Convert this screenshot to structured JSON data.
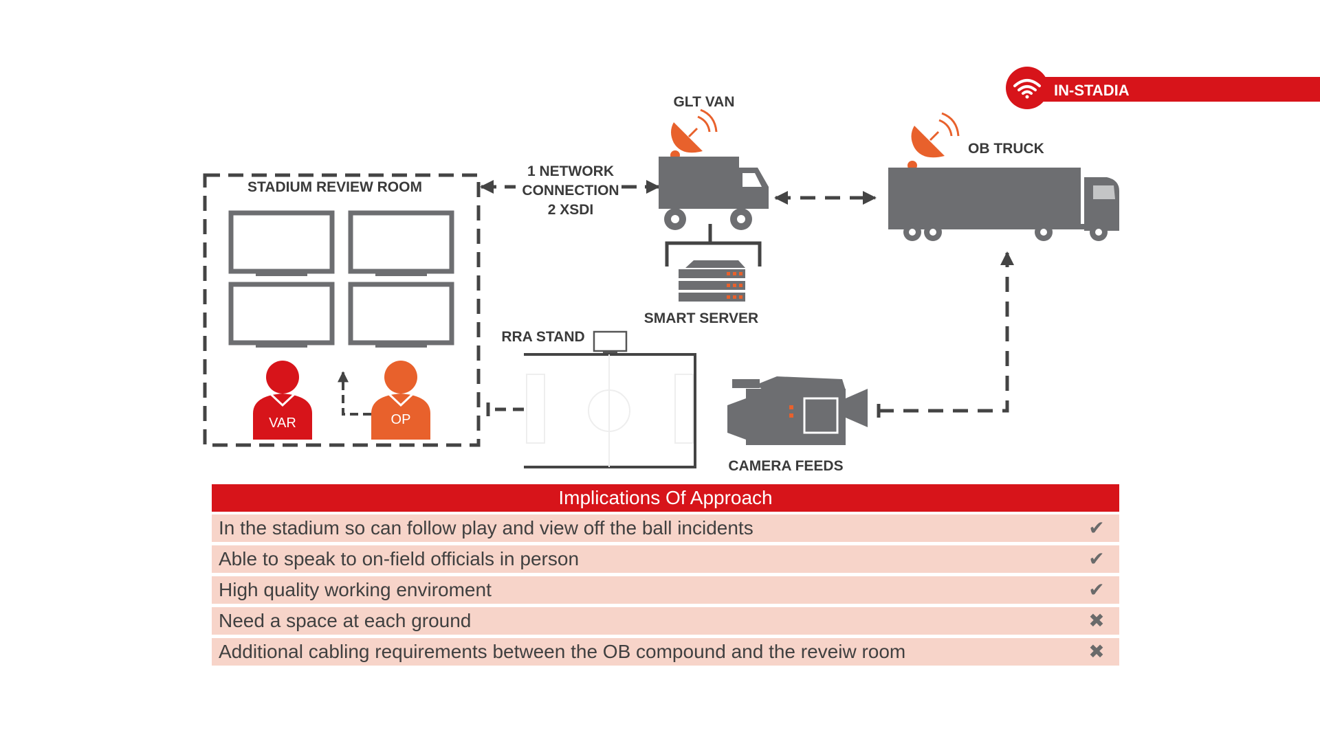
{
  "badge": {
    "label": "IN-STADIA",
    "icon": "wifi-icon"
  },
  "nodes": {
    "review_room": "STADIUM REVIEW ROOM",
    "glt_van": "GLT VAN",
    "ob_truck": "OB TRUCK",
    "smart_server": "SMART SERVER",
    "rra_stand": "RRA STAND",
    "camera_feeds": "CAMERA FEEDS"
  },
  "connection": {
    "line1": "1 NETWORK",
    "line2": "CONNECTION",
    "line3": "2 XSDI"
  },
  "people": {
    "var": "VAR",
    "op": "OP"
  },
  "table": {
    "title": "Implications Of Approach",
    "rows": [
      {
        "text": "In the stadium so can follow play and view off the ball incidents",
        "mark": "✔"
      },
      {
        "text": "Able to speak to on-field officials in person",
        "mark": "✔"
      },
      {
        "text": "High quality working enviroment",
        "mark": "✔"
      },
      {
        "text": "Need a space at each ground",
        "mark": "✖"
      },
      {
        "text": "Additional cabling requirements between the OB compound and the reveiw room",
        "mark": "✖"
      }
    ]
  },
  "colors": {
    "red": "#d7141a",
    "orange": "#e8612c",
    "gray": "#6d6e71",
    "row_bg": "#f7d4c9"
  }
}
